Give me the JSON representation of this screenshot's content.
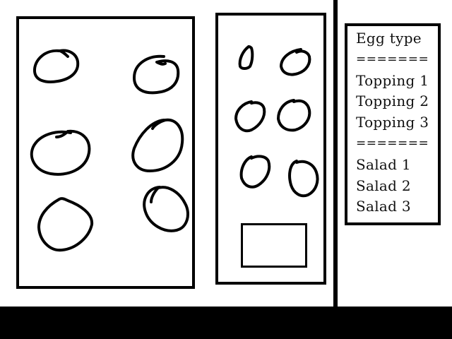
{
  "menu": {
    "items": [
      {
        "label": "Egg type",
        "kind": "header"
      },
      {
        "label": "=======",
        "kind": "separator"
      },
      {
        "label": "Topping 1",
        "kind": "option"
      },
      {
        "label": "Topping 2",
        "kind": "option"
      },
      {
        "label": "Topping 3",
        "kind": "option"
      },
      {
        "label": "=======",
        "kind": "separator"
      },
      {
        "label": "Salad 1",
        "kind": "option"
      },
      {
        "label": "Salad 2",
        "kind": "option"
      },
      {
        "label": "Salad 3",
        "kind": "option"
      }
    ]
  },
  "egg_panel": {
    "items": [
      "egg-1",
      "egg-2",
      "egg-3",
      "egg-4",
      "egg-5",
      "egg-6"
    ]
  },
  "topping_panel": {
    "items": [
      "topping-1",
      "topping-2",
      "topping-3",
      "topping-4",
      "topping-5",
      "topping-6"
    ]
  },
  "colors": {
    "ink": "#000000",
    "background": "#ffffff"
  }
}
